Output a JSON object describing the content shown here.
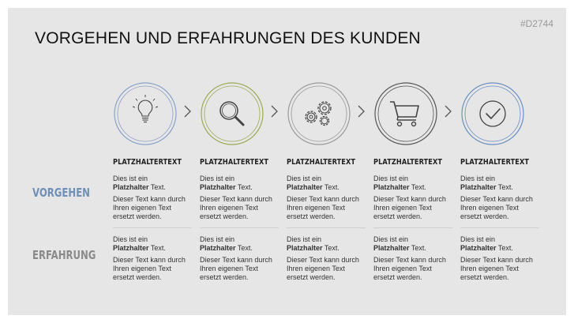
{
  "slide": {
    "code": "#D2744",
    "title": "VORGEHEN UND ERFAHRUNGEN DES KUNDEN"
  },
  "colors": {
    "background": "#e6e6e6",
    "vorgehen": "#6f8fb7",
    "erfahrung": "#8a8a8a",
    "ring1": "#8aa1c7",
    "ring2": "#9aab56",
    "ring3": "#9a9a9a",
    "ring4": "#555555",
    "ring5": "#6b8fc0"
  },
  "rows": {
    "vorgehen": "VORGEHEN",
    "erfahrung": "ERFAHRUNG"
  },
  "steps": [
    {
      "icon": "lightbulb-icon",
      "heading": "PLATZHALTERTEXT",
      "vorgehen": {
        "l1": "Dies ist ein",
        "bold": "Platzhalter",
        "after": " Text.",
        "p2": "Dieser Text kann durch Ihren eigenen Text ersetzt werden."
      },
      "erfahrung": {
        "l1": "Dies ist ein",
        "bold": "Platzhalter",
        "after": " Text.",
        "p2": "Dieser Text kann durch Ihren eigenen Text ersetzt werden."
      }
    },
    {
      "icon": "magnifier-icon",
      "heading": "PLATZHALTERTEXT",
      "vorgehen": {
        "l1": "Dies ist ein",
        "bold": "Platzhalter",
        "after": " Text.",
        "p2": "Dieser Text kann durch Ihren eigenen Text ersetzt werden."
      },
      "erfahrung": {
        "l1": "Dies ist ein",
        "bold": "Platzhalter",
        "after": " Text.",
        "p2": "Dieser Text kann durch Ihren eigenen Text ersetzt werden."
      }
    },
    {
      "icon": "gears-icon",
      "heading": "PLATZHALTERTEXT",
      "vorgehen": {
        "l1": "Dies ist ein",
        "bold": "Platzhalter",
        "after": " Text.",
        "p2": "Dieser Text kann durch Ihren eigenen Text ersetzt werden."
      },
      "erfahrung": {
        "l1": "Dies ist ein",
        "bold": "Platzhalter",
        "after": " Text.",
        "p2": "Dieser Text kann durch Ihren eigenen Text ersetzt werden."
      }
    },
    {
      "icon": "shopping-cart-icon",
      "heading": "PLATZHALTERTEXT",
      "vorgehen": {
        "l1": "Dies ist ein",
        "bold": "Platzhalter",
        "after": " Text.",
        "p2": "Dieser Text kann durch Ihren eigenen Text ersetzt werden."
      },
      "erfahrung": {
        "l1": "Dies ist ein",
        "bold": "Platzhalter",
        "after": " Text.",
        "p2": "Dieser Text kann durch Ihren eigenen Text ersetzt werden."
      }
    },
    {
      "icon": "checkmark-icon",
      "heading": "PLATZHALTERTEXT",
      "vorgehen": {
        "l1": "Dies ist ein",
        "bold": "Platzhalter",
        "after": " Text.",
        "p2": "Dieser Text kann durch Ihren eigenen Text ersetzt werden."
      },
      "erfahrung": {
        "l1": "Dies ist ein",
        "bold": "Platzhalter",
        "after": " Text.",
        "p2": "Dieser Text kann durch Ihren eigenen Text ersetzt werden."
      }
    }
  ]
}
